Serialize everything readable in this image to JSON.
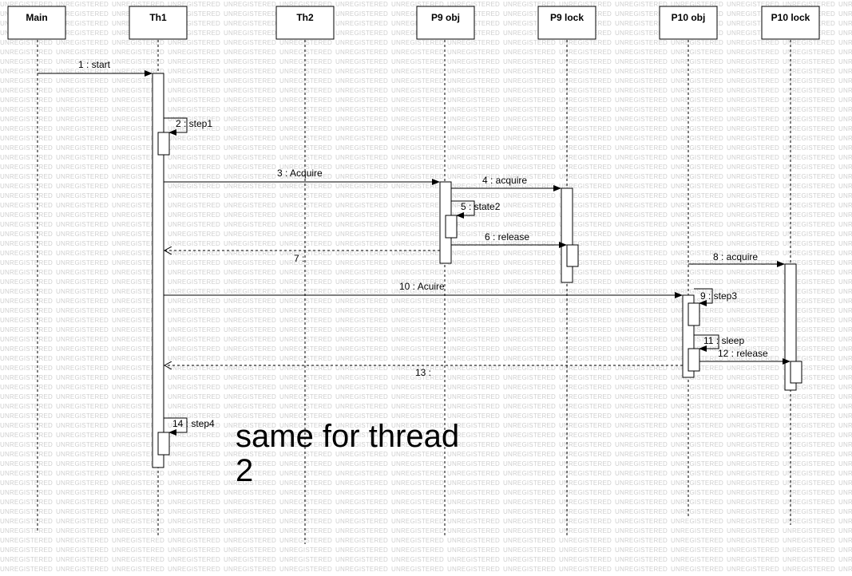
{
  "watermark": "UNREGISTERED",
  "lifelines": [
    {
      "id": "main",
      "name": "Main"
    },
    {
      "id": "th1",
      "name": "Th1"
    },
    {
      "id": "th2",
      "name": "Th2"
    },
    {
      "id": "p9obj",
      "name": "P9 obj"
    },
    {
      "id": "p9lock",
      "name": "P9 lock"
    },
    {
      "id": "p10obj",
      "name": "P10 obj"
    },
    {
      "id": "p10lock",
      "name": "P10 lock"
    }
  ],
  "messages": [
    {
      "label": "1 : start",
      "from": "main",
      "to": "th1",
      "kind": "call"
    },
    {
      "label": "2 : step1",
      "from": "th1",
      "to": "th1",
      "kind": "self"
    },
    {
      "label": "3 : Acquire",
      "from": "th1",
      "to": "p9obj",
      "kind": "call"
    },
    {
      "label": "4 : acquire",
      "from": "p9obj",
      "to": "p9lock",
      "kind": "call"
    },
    {
      "label": "5 : state2",
      "from": "p9obj",
      "to": "p9obj",
      "kind": "self"
    },
    {
      "label": "6 : release",
      "from": "p9obj",
      "to": "p9lock",
      "kind": "call"
    },
    {
      "label": "7 :",
      "from": "p9obj",
      "to": "th1",
      "kind": "return"
    },
    {
      "label": "8 : acquire",
      "from": "p10obj",
      "to": "p10lock",
      "kind": "call"
    },
    {
      "label": "9 : step3",
      "from": "p10obj",
      "to": "p10obj",
      "kind": "self"
    },
    {
      "label": "10 : Acuire",
      "from": "th1",
      "to": "p10obj",
      "kind": "call"
    },
    {
      "label": "11 : sleep",
      "from": "p10obj",
      "to": "p10obj",
      "kind": "self"
    },
    {
      "label": "12 : release",
      "from": "p10obj",
      "to": "p10lock",
      "kind": "call"
    },
    {
      "label": "13 :",
      "from": "p10obj",
      "to": "th1",
      "kind": "return"
    },
    {
      "label": "14 : step4",
      "from": "th1",
      "to": "th1",
      "kind": "self"
    }
  ],
  "note": {
    "lines": [
      "same for thread",
      "2"
    ]
  }
}
